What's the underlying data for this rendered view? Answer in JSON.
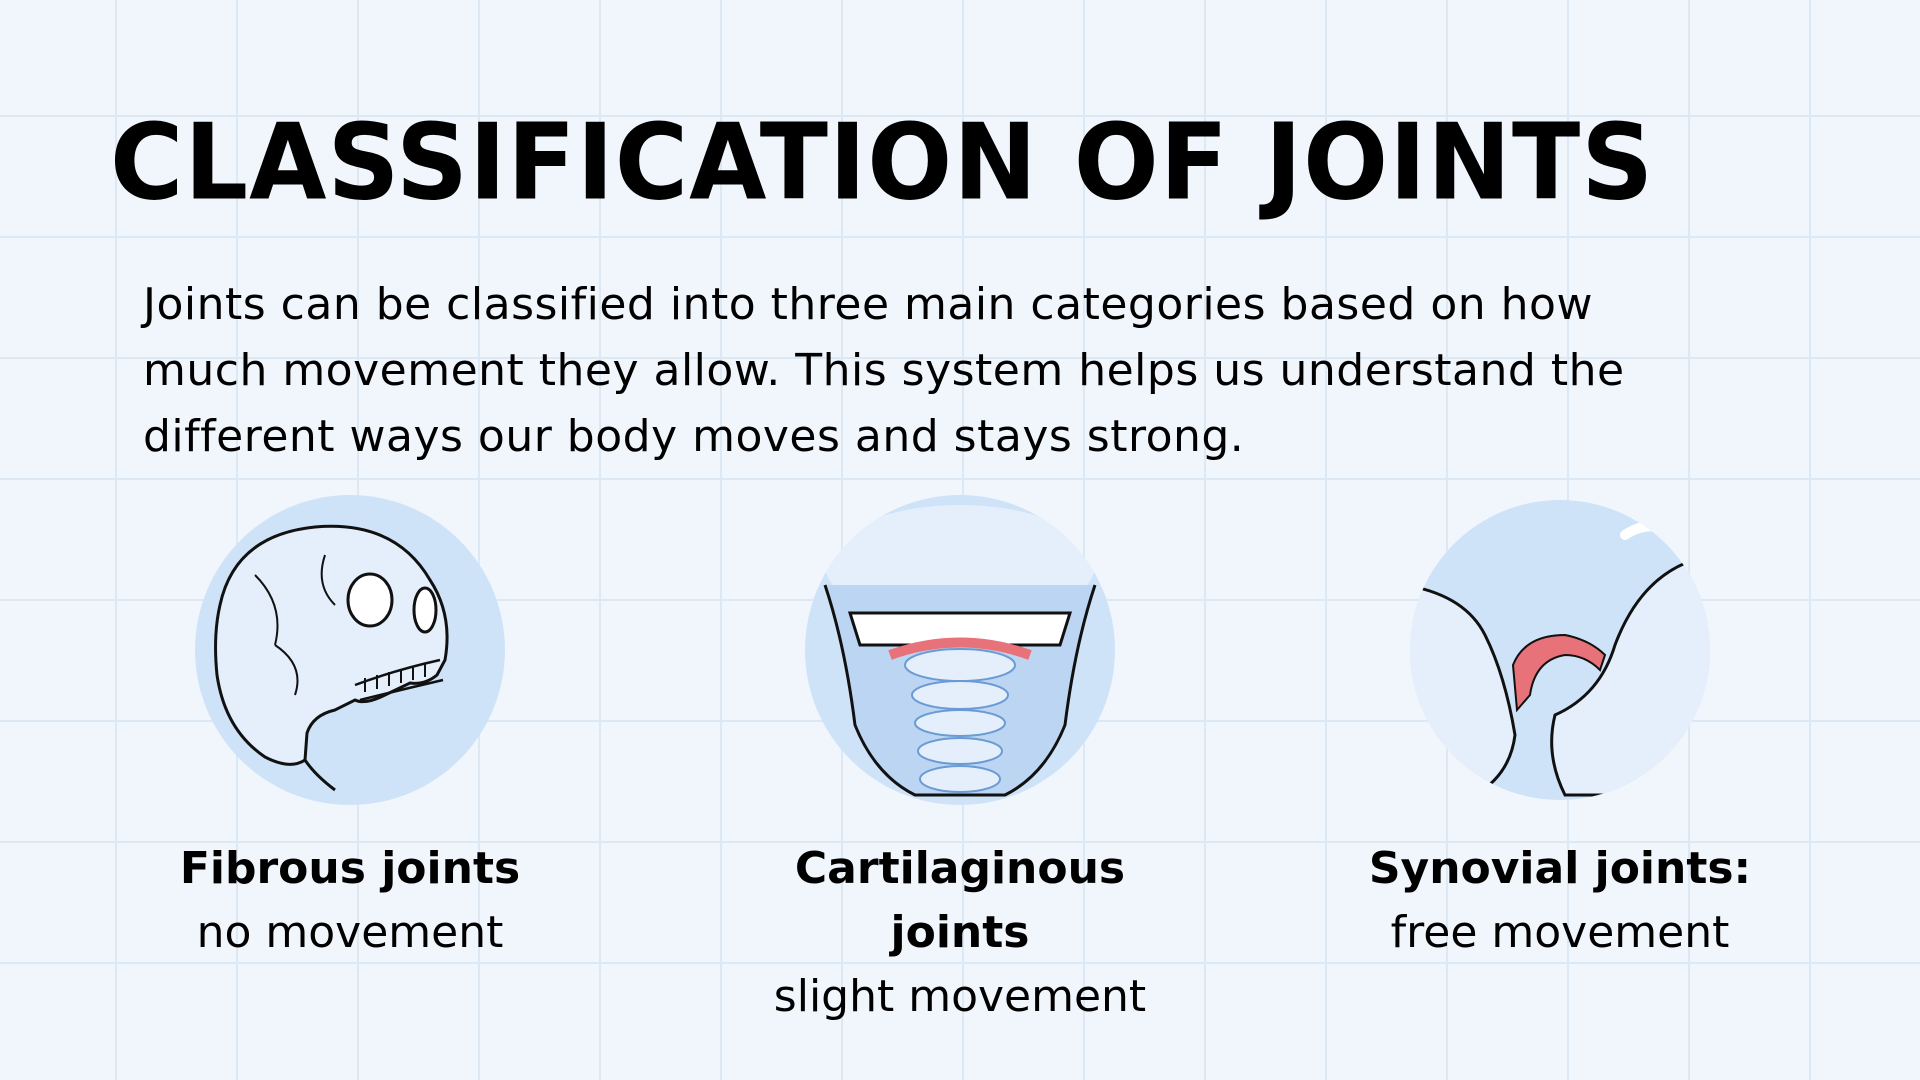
{
  "slide": {
    "title": "CLASSIFICATION OF JOINTS",
    "intro": "Joints can be classified into three main categories based on how much movement they allow. This system helps us understand the different ways our body moves and stays strong."
  },
  "joint_types": [
    {
      "name": "Fibrous joints",
      "suffix": "",
      "desc": "no movement",
      "icon": "skull-icon"
    },
    {
      "name": "Cartilaginous joints",
      "suffix": "",
      "desc": "slight movement",
      "icon": "spine-icon"
    },
    {
      "name": "Synovial joints",
      "suffix": ":",
      "desc": "free movement",
      "icon": "hip-joint-icon"
    }
  ],
  "colors": {
    "background": "#f1f6fd",
    "grid": "#dde8f5",
    "circle": "#cfe3f8",
    "accent_red": "#e8727a"
  }
}
